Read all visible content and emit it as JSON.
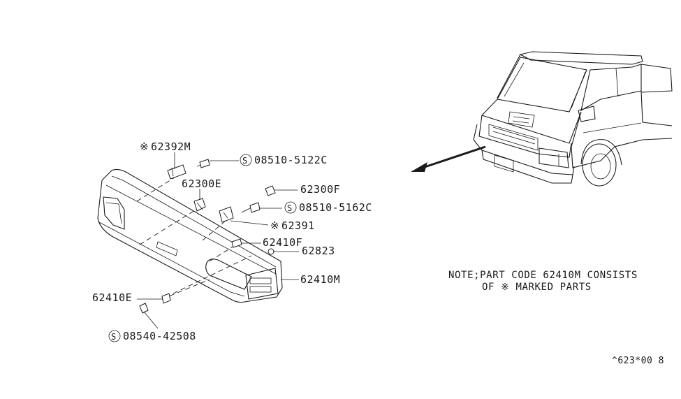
{
  "labels": {
    "p62392M": "62392M",
    "p08510_5122C": "08510-5122C",
    "p62300E": "62300E",
    "p62300F": "62300F",
    "p08510_5162C": "08510-5162C",
    "p62391": "62391",
    "p62410F": "62410F",
    "p62823": "62823",
    "p62410M": "62410M",
    "p62410E": "62410E",
    "p08540_42508": "08540-42508"
  },
  "symbols": {
    "standard_part": "S",
    "marked_part": "※"
  },
  "note": {
    "line1": "NOTE;PART CODE 62410M CONSISTS",
    "line2": "OF ※ MARKED PARTS"
  },
  "diagram_code": "^623*00 8",
  "icons": [
    "front-bumper-assembly",
    "vehicle-front-view",
    "leader-arrow"
  ]
}
